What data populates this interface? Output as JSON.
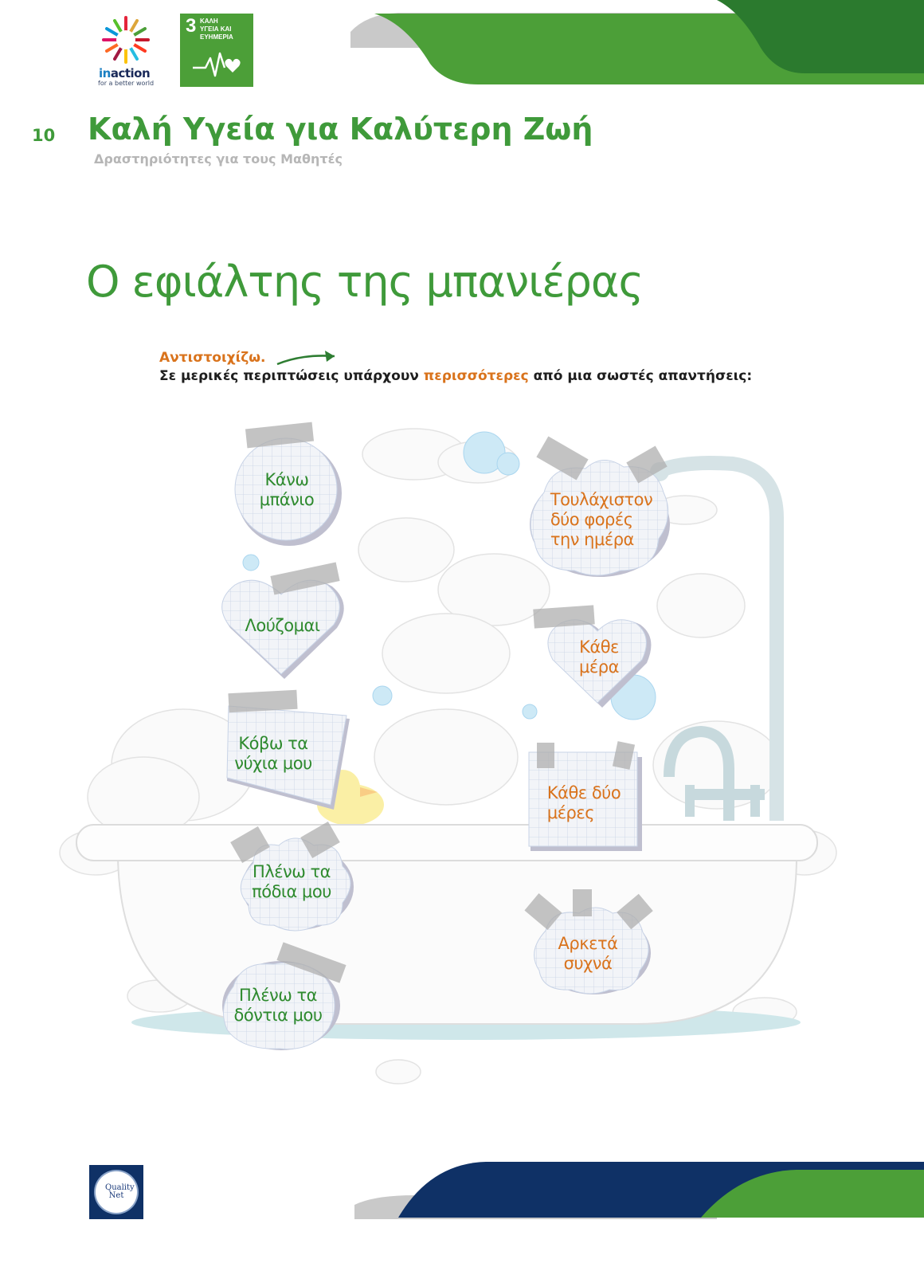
{
  "header": {
    "page_number": "10",
    "title": "Καλή Υγεία για Καλύτερη Ζωή",
    "subtitle": "Δραστηριότητες για τους Μαθητές"
  },
  "logos": {
    "inaction_in": "in",
    "inaction_action": "action",
    "inaction_tagline": "for a better world",
    "sdg_number": "3",
    "sdg_line1": "ΚΑΛΗ",
    "sdg_line2": "ΥΓΕΙΑ ΚΑΙ",
    "sdg_line3": "ΕΥΗΜΕΡΙΑ",
    "qualitynet_line1": "Quality",
    "qualitynet_line2": "Net"
  },
  "activity": {
    "title": "Ο εφιάλτης της μπανιέρας",
    "instruction_label": "Αντιστοιχίζω.",
    "instruction_text_before": "Σε μερικές περιπτώσεις υπάρχουν ",
    "instruction_text_highlight": "περισσότερες",
    "instruction_text_after": " από μια σωστές απαντήσεις:"
  },
  "actions": [
    "Κάνω\nμπάνιο",
    "Λούζομαι",
    "Κόβω τα\nνύχια μου",
    "Πλένω τα\nπόδια μου",
    "Πλένω τα\nδόντια μου"
  ],
  "frequencies": [
    "Τουλάχιστον\nδύο φορές\nτην ημέρα",
    "Κάθε\nμέρα",
    "Κάθε δύο\nμέρες",
    "Αρκετά\nσυχνά"
  ],
  "colors": {
    "green": "#3f9a3a",
    "dark_green": "#2b7a2e",
    "orange": "#d9731c",
    "navy": "#0f3166"
  }
}
